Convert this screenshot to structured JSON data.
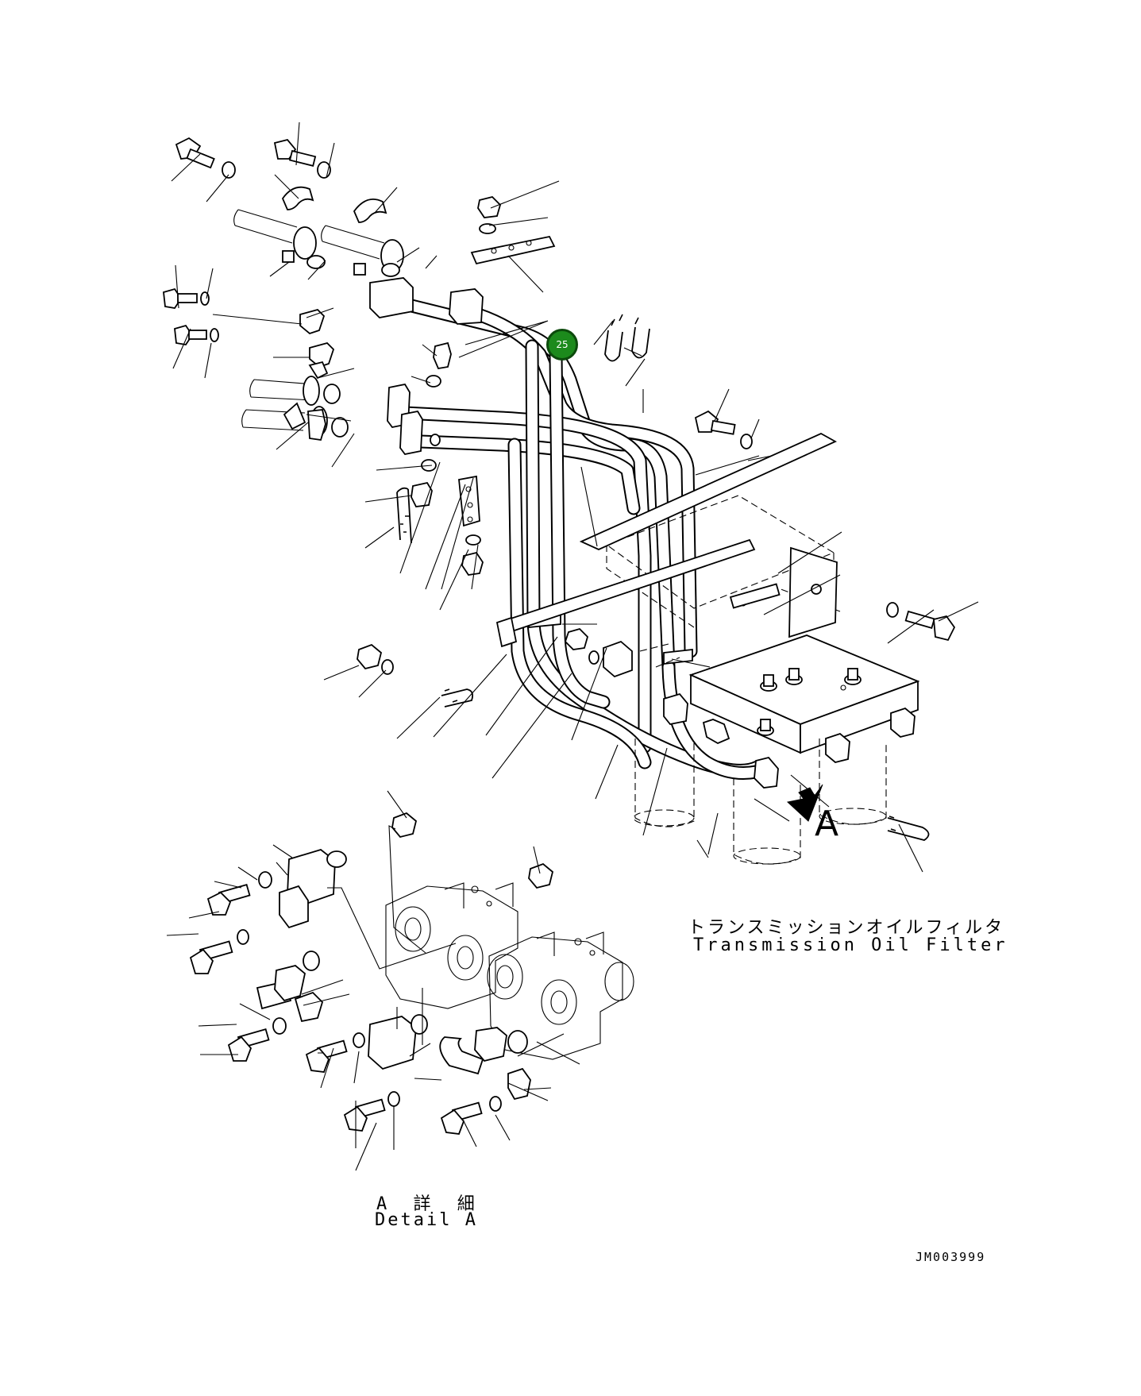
{
  "labels": {
    "filter_jp": "トランスミッションオイルフィルタ",
    "filter_en": "Transmission Oil Filter",
    "detail_jp": "A 詳 細",
    "detail_en": "Detail A",
    "view_arrow": "A",
    "drawing_number": "JM003999"
  },
  "callouts": [
    {
      "number": "25",
      "color": "#1c8a1c"
    }
  ]
}
